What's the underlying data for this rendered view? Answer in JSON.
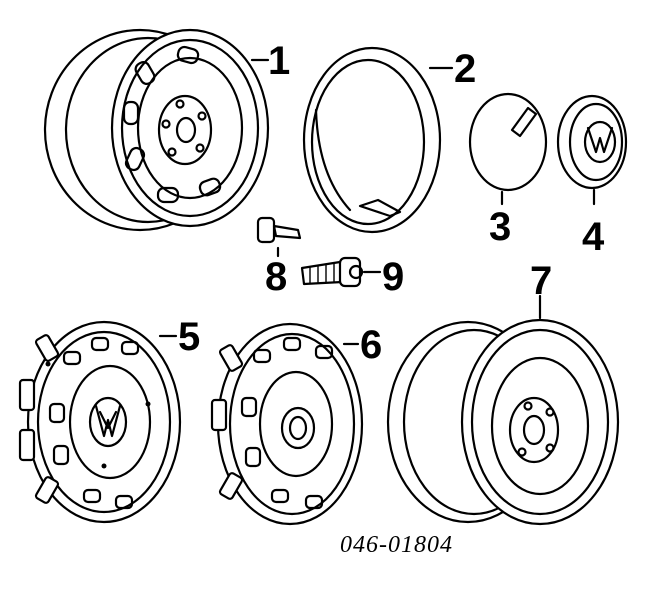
{
  "diagram": {
    "callouts": [
      {
        "id": "1",
        "label": "1"
      },
      {
        "id": "2",
        "label": "2"
      },
      {
        "id": "3",
        "label": "3"
      },
      {
        "id": "4",
        "label": "4"
      },
      {
        "id": "5",
        "label": "5"
      },
      {
        "id": "6",
        "label": "6"
      },
      {
        "id": "7",
        "label": "7"
      },
      {
        "id": "8",
        "label": "8"
      },
      {
        "id": "9",
        "label": "9"
      }
    ],
    "part_code": "046-01804"
  }
}
